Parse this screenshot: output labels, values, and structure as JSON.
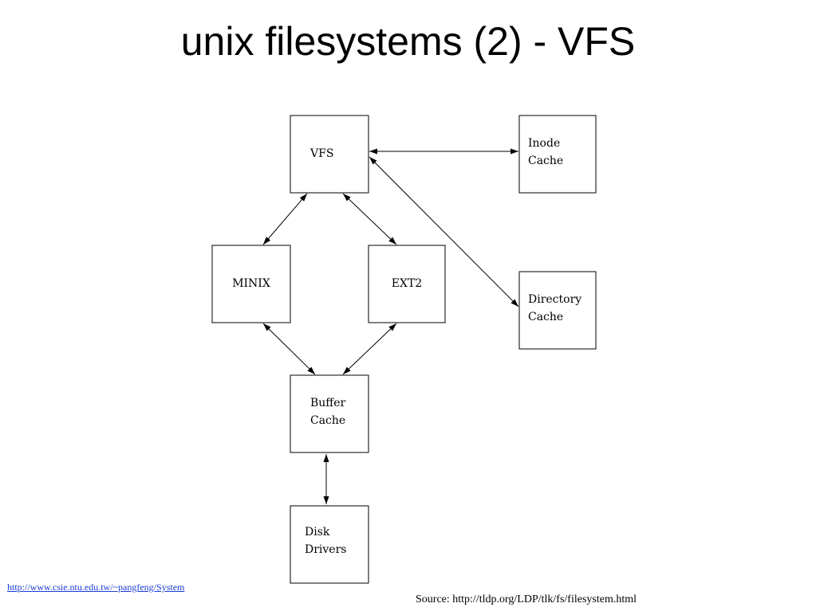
{
  "slide": {
    "title": "unix filesystems (2) - VFS",
    "footer_link": "http://www.csie.ntu.edu.tw/~pangfeng/System",
    "source": "Source: http://tldp.org/LDP/tlk/fs/filesystem.html"
  },
  "diagram": {
    "nodes": [
      {
        "id": "vfs",
        "lines": [
          "VFS"
        ]
      },
      {
        "id": "inode-cache",
        "lines": [
          "Inode",
          "Cache"
        ]
      },
      {
        "id": "minix",
        "lines": [
          "MINIX"
        ]
      },
      {
        "id": "ext2",
        "lines": [
          "EXT2"
        ]
      },
      {
        "id": "directory-cache",
        "lines": [
          "Directory",
          "Cache"
        ]
      },
      {
        "id": "buffer-cache",
        "lines": [
          "Buffer",
          "Cache"
        ]
      },
      {
        "id": "disk-drivers",
        "lines": [
          "Disk",
          "Drivers"
        ]
      }
    ],
    "edges": [
      {
        "from": "vfs",
        "to": "inode-cache",
        "direction": "both"
      },
      {
        "from": "vfs",
        "to": "directory-cache",
        "direction": "both"
      },
      {
        "from": "vfs",
        "to": "minix",
        "direction": "both"
      },
      {
        "from": "vfs",
        "to": "ext2",
        "direction": "both"
      },
      {
        "from": "minix",
        "to": "buffer-cache",
        "direction": "both"
      },
      {
        "from": "ext2",
        "to": "buffer-cache",
        "direction": "both"
      },
      {
        "from": "buffer-cache",
        "to": "disk-drivers",
        "direction": "both"
      }
    ]
  }
}
